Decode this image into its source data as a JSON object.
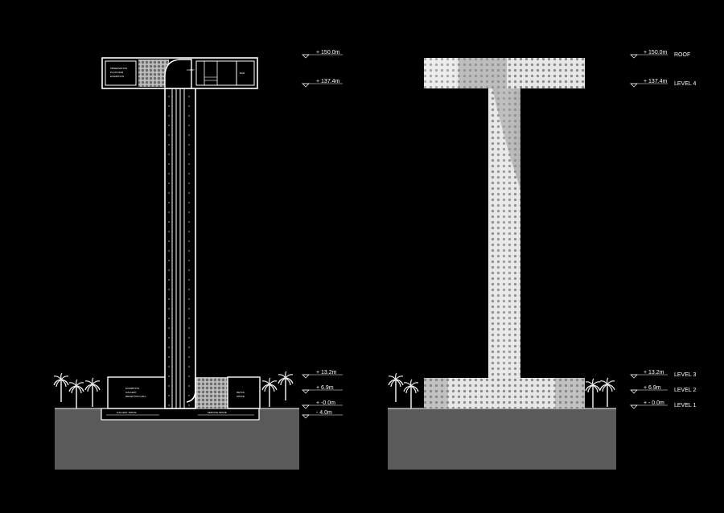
{
  "section": {
    "levels": [
      {
        "elev": "+ 150.0m"
      },
      {
        "elev": "+ 137.4m"
      },
      {
        "elev": "+ 13.2m"
      },
      {
        "elev": "+ 6.9m"
      },
      {
        "elev": "+ -0.0m"
      },
      {
        "elev": "- 4.0m"
      }
    ]
  },
  "elevation": {
    "levels": [
      {
        "elev": "+ 150.0m",
        "name": "ROOF"
      },
      {
        "elev": "+ 137.4m",
        "name": "LEVEL 4"
      },
      {
        "elev": "+ 13.2m",
        "name": "LEVEL 3"
      },
      {
        "elev": "+ 6.9m",
        "name": "LEVEL 2"
      },
      {
        "elev": "+ - 0.0m",
        "name": "LEVEL 1"
      }
    ]
  },
  "colors": {
    "background": "#000000",
    "ground": "#5a5a5a",
    "line": "#ffffff",
    "facade": "#d8d8d8"
  }
}
